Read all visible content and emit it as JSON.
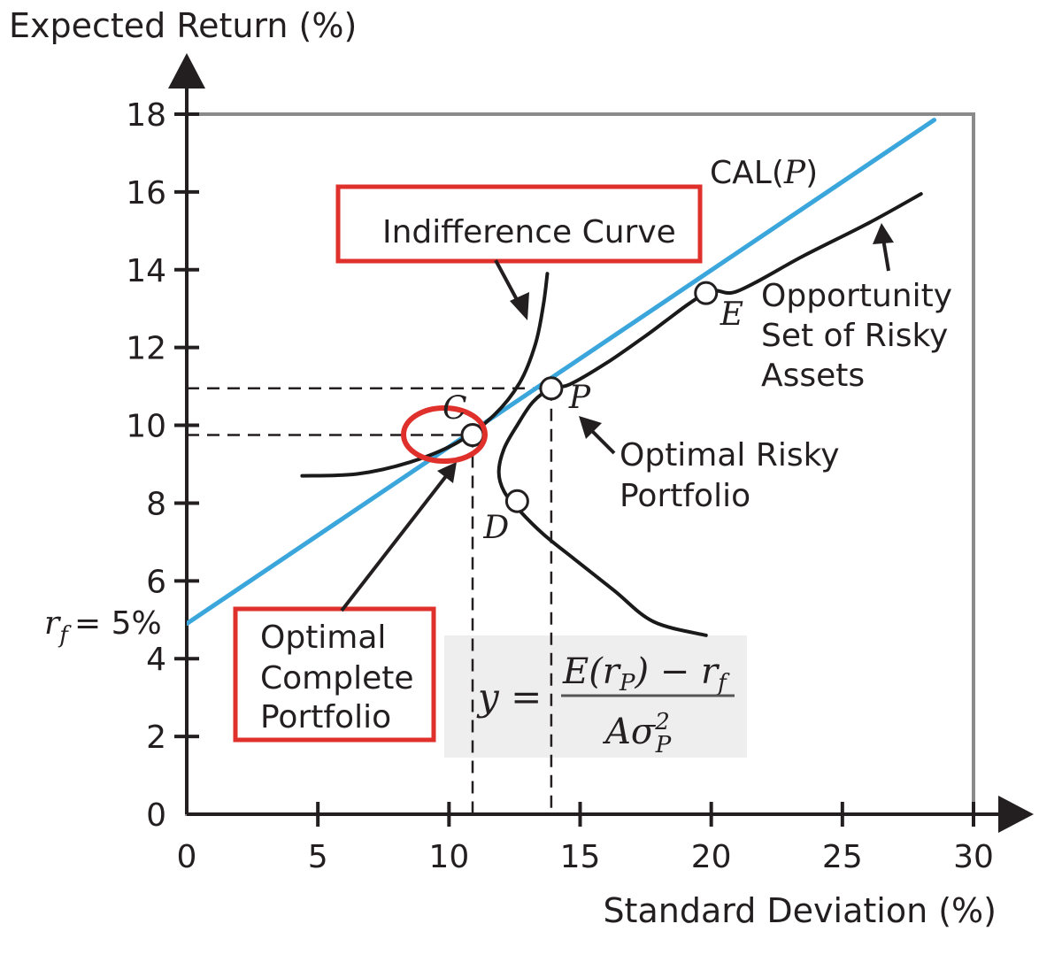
{
  "chart_data": {
    "type": "line",
    "ylabel": "Expected Return (%)",
    "xlabel": "Standard Deviation (%)",
    "xlim": [
      0,
      30
    ],
    "ylim": [
      0,
      18
    ],
    "x_ticks": [
      "0",
      "5",
      "10",
      "15",
      "20",
      "25",
      "30"
    ],
    "y_ticks": [
      "0",
      "2",
      "4",
      "6",
      "8",
      "10",
      "12",
      "14",
      "16",
      "18"
    ],
    "rf_label": "= 5%",
    "rf_symbol": "r",
    "rf_sub": "f",
    "grid": false,
    "colors": {
      "cal": "#3aa6dc",
      "curve": "#1a1a1a",
      "highlight": "#e0302b",
      "formula_bg": "#eeeeee"
    },
    "series": [
      {
        "name": "CAL(P)",
        "points": [
          [
            0,
            4.9
          ],
          [
            28.5,
            17.85
          ]
        ]
      },
      {
        "name": "Opportunity Set of Risky Assets",
        "points": [
          [
            28,
            15.95
          ],
          [
            26,
            15.2
          ],
          [
            23.5,
            14.35
          ],
          [
            21,
            13.45
          ],
          [
            19.8,
            13.4
          ],
          [
            17.5,
            12.3
          ],
          [
            16,
            11.6
          ],
          [
            14.6,
            11.05
          ],
          [
            13.9,
            10.95
          ],
          [
            13.2,
            10.6
          ],
          [
            12.6,
            10.0
          ],
          [
            12.1,
            9.4
          ],
          [
            11.9,
            8.8
          ],
          [
            12.1,
            8.3
          ],
          [
            12.7,
            7.8
          ],
          [
            13.6,
            7.2
          ],
          [
            14.8,
            6.55
          ],
          [
            16.3,
            5.75
          ],
          [
            17.8,
            4.95
          ],
          [
            19.8,
            4.6
          ]
        ]
      },
      {
        "name": "Indifference Curve",
        "points": [
          [
            4.4,
            8.7
          ],
          [
            6.5,
            8.75
          ],
          [
            8.5,
            9.05
          ],
          [
            10.3,
            9.55
          ],
          [
            11.7,
            10.25
          ],
          [
            12.7,
            11.1
          ],
          [
            13.3,
            12.1
          ],
          [
            13.6,
            13.1
          ],
          [
            13.75,
            13.9
          ]
        ]
      }
    ],
    "points": [
      {
        "name": "E",
        "x": 19.8,
        "y": 13.4
      },
      {
        "name": "P",
        "x": 13.9,
        "y": 10.95
      },
      {
        "name": "C",
        "x": 10.9,
        "y": 9.75
      },
      {
        "name": "D",
        "x": 12.6,
        "y": 8.05
      }
    ],
    "annotations": {
      "cal_label": "CAL(",
      "cal_label_p": "P",
      "cal_label_end": ")",
      "indifference": "Indifference Curve",
      "opportunity": [
        "Opportunity",
        "Set of Risky",
        "Assets"
      ],
      "optimal_risky": [
        "Optimal Risky",
        "Portfolio"
      ],
      "optimal_complete": [
        "Optimal",
        "Complete",
        "Portfolio"
      ],
      "formula": {
        "lhs": "y =",
        "num_e": "E(r",
        "num_sub": "P",
        "num_mid": ") − r",
        "num_sub2": "f",
        "den_a": "Aσ",
        "den_sup": "2",
        "den_sub": "P"
      }
    }
  }
}
